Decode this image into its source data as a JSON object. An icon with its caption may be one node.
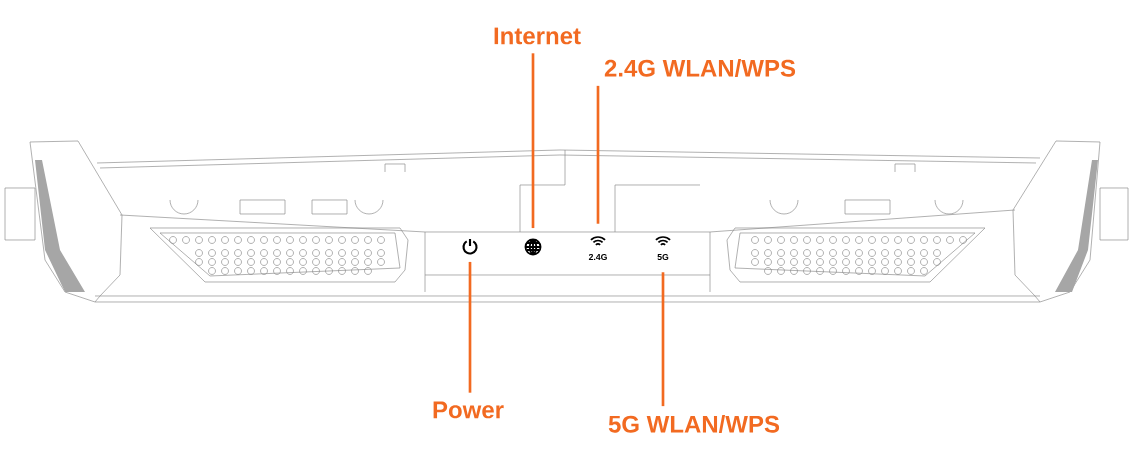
{
  "diagram": {
    "nodes": [
      {
        "text": [
          "Internet"
        ]
      },
      {
        "text": [
          "2.4G WLAN/WPS"
        ]
      },
      {
        "text": [],
        "shape": "picture"
      },
      {
        "text": [],
        "shape": "picture"
      },
      {
        "text": [],
        "shape": "picture",
        "beside": [
          "2.4G"
        ]
      },
      {
        "text": [],
        "shape": "picture",
        "beside": [
          "5G"
        ]
      },
      {
        "text": [
          "Power"
        ]
      },
      {
        "text": [
          "5G WLAN/WPS"
        ]
      }
    ],
    "edges": [
      {
        "from": 0,
        "to": 3,
        "arrow": "none"
      },
      {
        "from": 1,
        "to": 4,
        "arrow": "none"
      },
      {
        "from": 6,
        "to": 2,
        "arrow": "none"
      },
      {
        "from": 7,
        "to": 5,
        "arrow": "none"
      }
    ]
  }
}
